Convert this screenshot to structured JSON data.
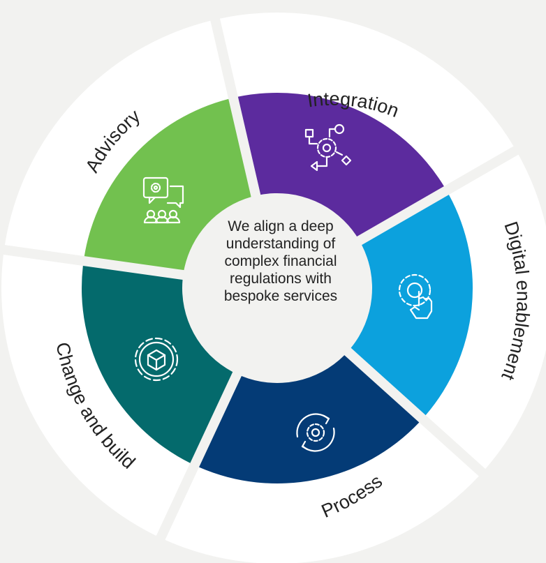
{
  "center": {
    "lines": [
      "We align a deep",
      "understanding of",
      "complex financial",
      "regulations with",
      "bespoke services"
    ]
  },
  "segments": [
    {
      "key": "integration",
      "label": "Integration",
      "color": "#5c2b9e",
      "icon": "workflow-gear-icon"
    },
    {
      "key": "digital",
      "label": "Digital enablement",
      "color": "#0ca1dd",
      "icon": "gear-touch-icon"
    },
    {
      "key": "process",
      "label": "Process",
      "color": "#043b76",
      "icon": "gear-cycle-icon"
    },
    {
      "key": "change",
      "label": "Change and build",
      "color": "#046a6c",
      "icon": "gear-cube-icon"
    },
    {
      "key": "advisory",
      "label": "Advisory",
      "color": "#72c14f",
      "icon": "consultation-gear-icon"
    }
  ],
  "colors": {
    "background": "#f2f2f0",
    "outer_ring": "#ffffff",
    "hub": "#f2f2f0",
    "text": "#222222"
  }
}
